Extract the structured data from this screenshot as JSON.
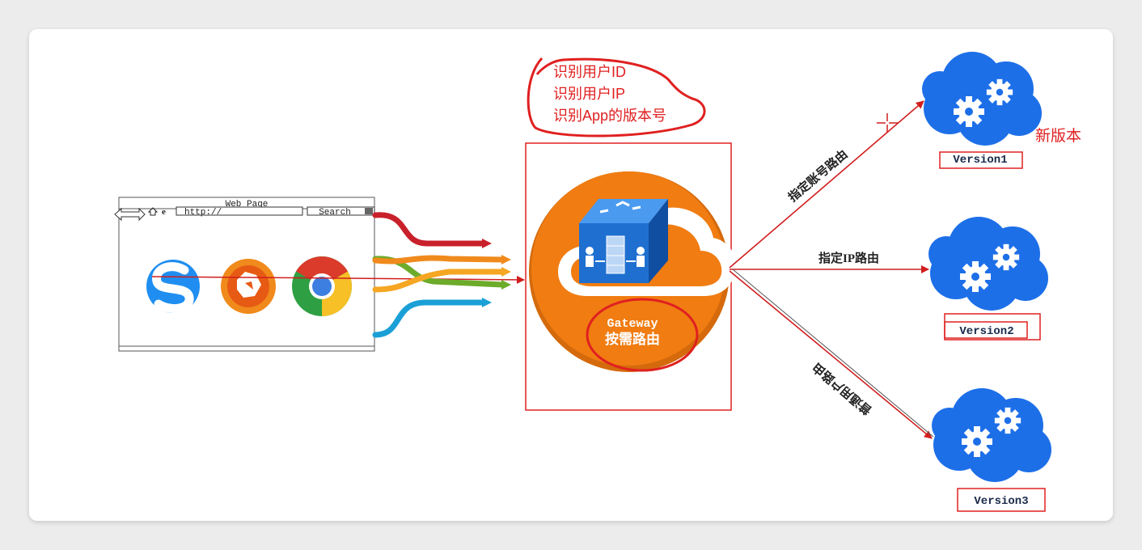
{
  "annotation": {
    "lines": [
      "识别用户ID",
      "识别用户IP",
      "识别App的版本号"
    ],
    "color": "#e02020"
  },
  "browser": {
    "title": "Web Page",
    "url": "http://",
    "search_label": "Search",
    "apps": [
      "sogou-browser-icon",
      "cheetah-browser-icon",
      "chrome-icon"
    ]
  },
  "gateway": {
    "label": "Gateway",
    "sublabel": "按需路由",
    "colors": {
      "orange": "#f07c12",
      "cube": "#1e6fd0"
    }
  },
  "routes": [
    {
      "label": "指定账号路由",
      "target": "Version1"
    },
    {
      "label": "指定IP路由",
      "target": "Version2"
    },
    {
      "label": "普通用户路由",
      "target": "Version3"
    }
  ],
  "services": [
    {
      "name": "Version1",
      "note": "新版本"
    },
    {
      "name": "Version2"
    },
    {
      "name": "Version3"
    }
  ],
  "colors": {
    "accent": "#e02020",
    "cloud": "#1d6fe8",
    "arrow": "#c8212b"
  }
}
